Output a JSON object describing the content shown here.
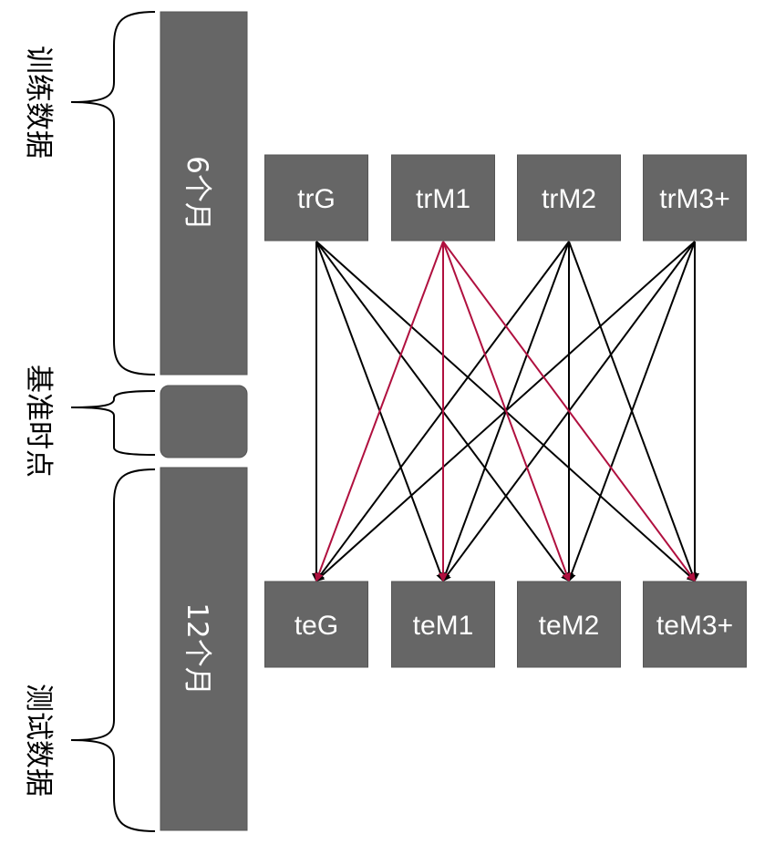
{
  "timeline": {
    "train_duration": "6个月",
    "test_duration": "12个月"
  },
  "side_labels": {
    "train": "训练数据",
    "baseline": "基准时点",
    "test": "测试数据"
  },
  "train_nodes": [
    "trG",
    "trM1",
    "trM2",
    "trM3+"
  ],
  "test_nodes": [
    "teG",
    "teM1",
    "teM2",
    "teM3+"
  ],
  "edges": {
    "description_free": true,
    "all_pairs": true,
    "highlight_source": "trM1",
    "colors": {
      "box": "#666666",
      "normal": "#000000",
      "highlight": "#b0103f"
    }
  }
}
